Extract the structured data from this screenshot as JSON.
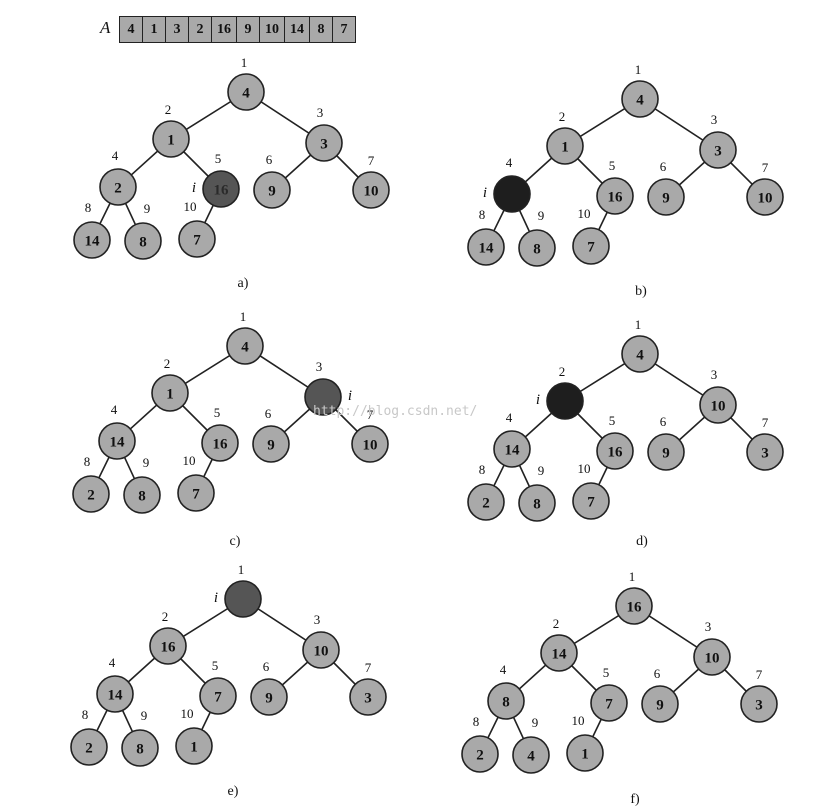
{
  "array": {
    "label": "A",
    "cells": [
      "4",
      "1",
      "3",
      "2",
      "16",
      "9",
      "10",
      "14",
      "8",
      "7"
    ]
  },
  "pointer_label": "i",
  "watermark": "http://blog.csdn.net/",
  "colors": {
    "node": "#a9a9a9",
    "highlight": "#555555",
    "highlight_dark": "#1e1e1e",
    "edge": "#222222"
  },
  "panels": [
    {
      "id": "a",
      "caption": "a)",
      "values": [
        "4",
        "1",
        "3",
        "2",
        "16",
        "9",
        "10",
        "14",
        "8",
        "7"
      ],
      "highlight": 5,
      "highlight_shade": "mid"
    },
    {
      "id": "b",
      "caption": "b)",
      "values": [
        "4",
        "1",
        "3",
        "",
        "16",
        "9",
        "10",
        "14",
        "8",
        "7"
      ],
      "highlight": 4,
      "highlight_shade": "dark"
    },
    {
      "id": "c",
      "caption": "c)",
      "values": [
        "4",
        "1",
        "",
        "14",
        "16",
        "9",
        "10",
        "2",
        "8",
        "7"
      ],
      "highlight": 3,
      "highlight_shade": "mid"
    },
    {
      "id": "d",
      "caption": "d)",
      "values": [
        "4",
        "",
        "10",
        "14",
        "16",
        "9",
        "3",
        "2",
        "8",
        "7"
      ],
      "highlight": 2,
      "highlight_shade": "dark"
    },
    {
      "id": "e",
      "caption": "e)",
      "values": [
        "",
        "16",
        "10",
        "14",
        "7",
        "9",
        "3",
        "2",
        "8",
        "1"
      ],
      "highlight": 1,
      "highlight_shade": "mid"
    },
    {
      "id": "f",
      "caption": "f)",
      "values": [
        "16",
        "14",
        "10",
        "8",
        "7",
        "9",
        "3",
        "2",
        "4",
        "1"
      ],
      "highlight": 0,
      "highlight_shade": "none"
    }
  ]
}
